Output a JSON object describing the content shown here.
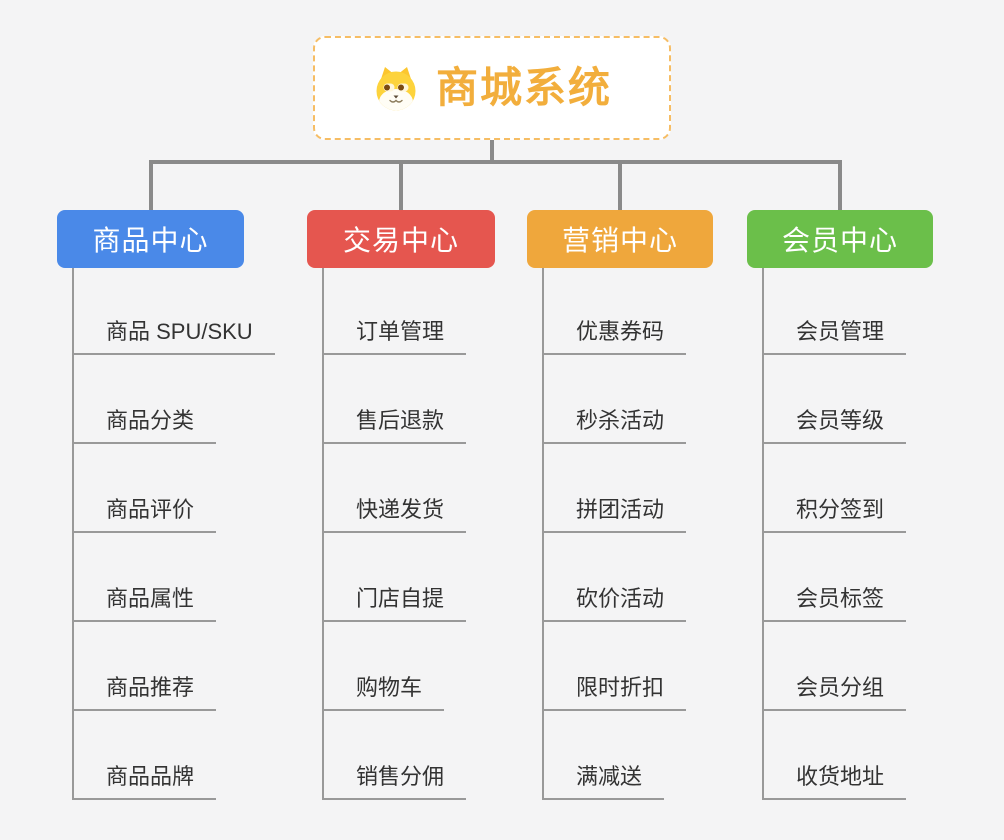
{
  "canvas": {
    "background": "#f4f4f5"
  },
  "root": {
    "title": "商城系统",
    "icon": "dog-face-icon",
    "title_color": "#f2ae3c",
    "border_color": "#f6bd64"
  },
  "connectors": {
    "trunk_color": "#8a8a8a",
    "child_line_color": "#999999"
  },
  "branches": [
    {
      "name": "product-center",
      "label": "商品中心",
      "color": "#4a89e8",
      "children": [
        "商品 SPU/SKU",
        "商品分类",
        "商品评价",
        "商品属性",
        "商品推荐",
        "商品品牌"
      ]
    },
    {
      "name": "trade-center",
      "label": "交易中心",
      "color": "#e5564f",
      "children": [
        "订单管理",
        "售后退款",
        "快递发货",
        "门店自提",
        "购物车",
        "销售分佣"
      ]
    },
    {
      "name": "marketing-center",
      "label": "营销中心",
      "color": "#efa73c",
      "children": [
        "优惠券码",
        "秒杀活动",
        "拼团活动",
        "砍价活动",
        "限时折扣",
        "满减送"
      ]
    },
    {
      "name": "member-center",
      "label": "会员中心",
      "color": "#6bbf4a",
      "children": [
        "会员管理",
        "会员等级",
        "积分签到",
        "会员标签",
        "会员分组",
        "收货地址"
      ]
    }
  ]
}
